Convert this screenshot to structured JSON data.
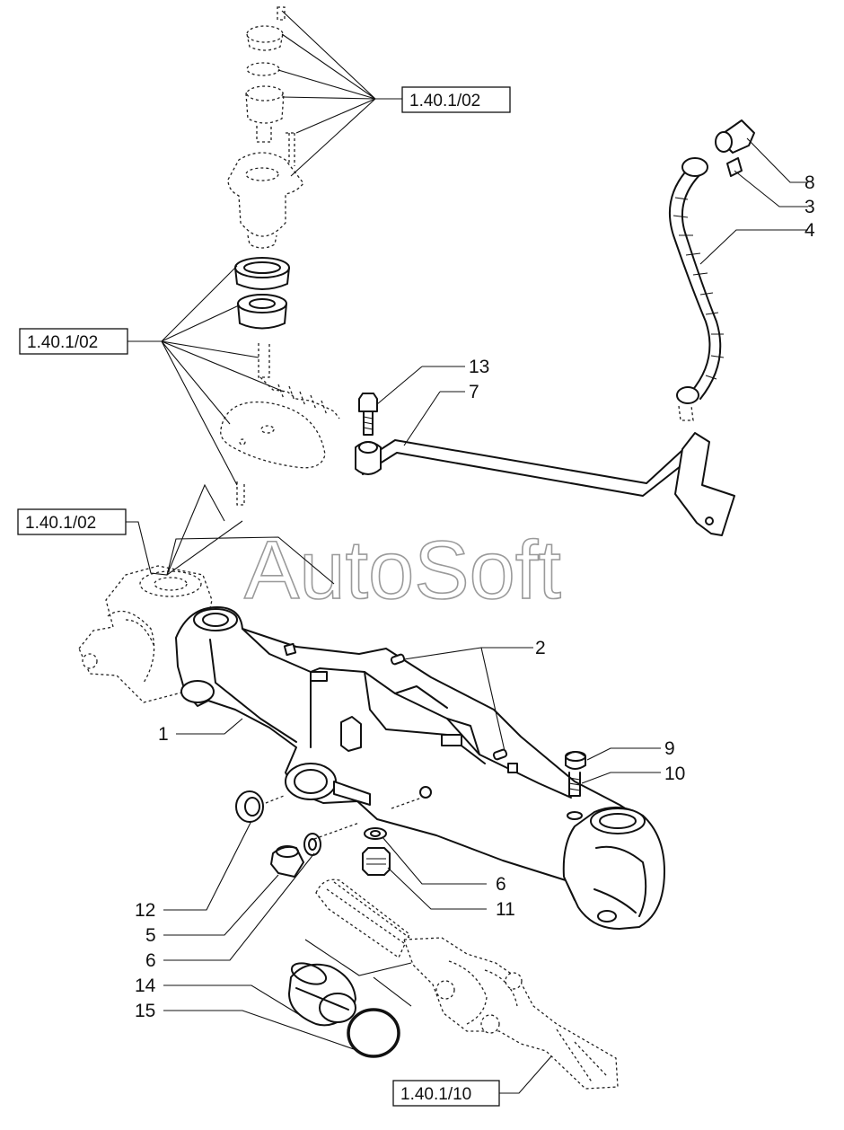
{
  "watermark": "AutoSoft",
  "references": [
    {
      "id": "ref-top",
      "label": "1.40.1/02"
    },
    {
      "id": "ref-left-upper",
      "label": "1.40.1/02"
    },
    {
      "id": "ref-left-lower",
      "label": "1.40.1/02"
    },
    {
      "id": "ref-bottom",
      "label": "1.40.1/10"
    }
  ],
  "callouts": {
    "c8": "8",
    "c3": "3",
    "c4": "4",
    "c13": "13",
    "c7": "7",
    "c2": "2",
    "c1": "1",
    "c9": "9",
    "c10": "10",
    "c6a": "6",
    "c11": "11",
    "c12": "12",
    "c5": "5",
    "c6b": "6",
    "c14": "14",
    "c15": "15"
  },
  "colors": {
    "line": "#111111",
    "watermark_outline": "#9a9a9a",
    "background": "#ffffff"
  }
}
